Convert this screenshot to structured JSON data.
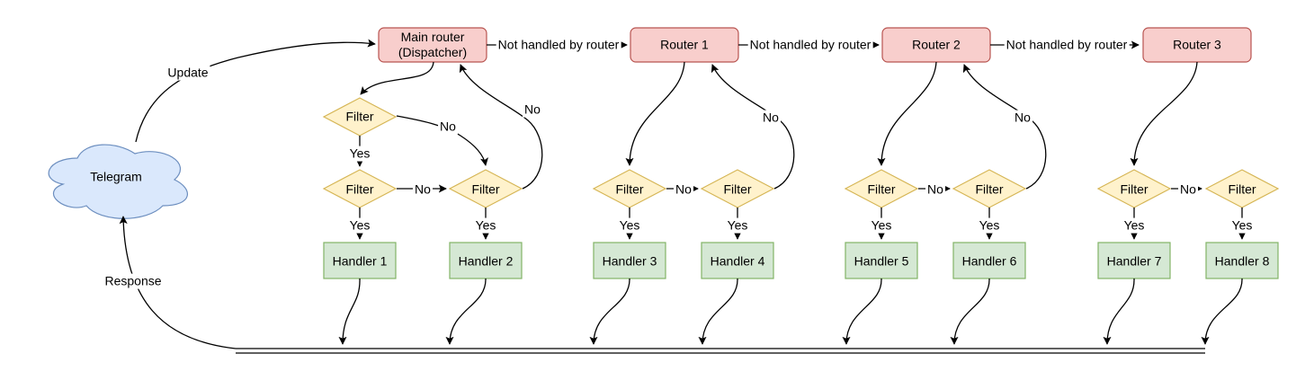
{
  "colors": {
    "router_fill": "#f8cecc",
    "router_stroke": "#b85450",
    "filter_fill": "#fff2cc",
    "filter_stroke": "#d6b656",
    "handler_fill": "#d5e8d4",
    "handler_stroke": "#82b366",
    "cloud_fill": "#dae8fc",
    "cloud_stroke": "#6c8ebf",
    "edge": "#000000"
  },
  "nodes": {
    "telegram": {
      "label": "Telegram"
    },
    "dispatcher": {
      "line1": "Main router",
      "line2": "(Dispatcher)"
    },
    "routers": [
      {
        "label": "Router 1"
      },
      {
        "label": "Router 2"
      },
      {
        "label": "Router 3"
      }
    ],
    "filter": {
      "label": "Filter"
    },
    "handlers": [
      {
        "label": "Handler 1"
      },
      {
        "label": "Handler 2"
      },
      {
        "label": "Handler 3"
      },
      {
        "label": "Handler 4"
      },
      {
        "label": "Handler 5"
      },
      {
        "label": "Handler 6"
      },
      {
        "label": "Handler 7"
      },
      {
        "label": "Handler 8"
      }
    ]
  },
  "edges": {
    "update": "Update",
    "response": "Response",
    "not_handled": "Not handled by router",
    "yes": "Yes",
    "no": "No"
  }
}
